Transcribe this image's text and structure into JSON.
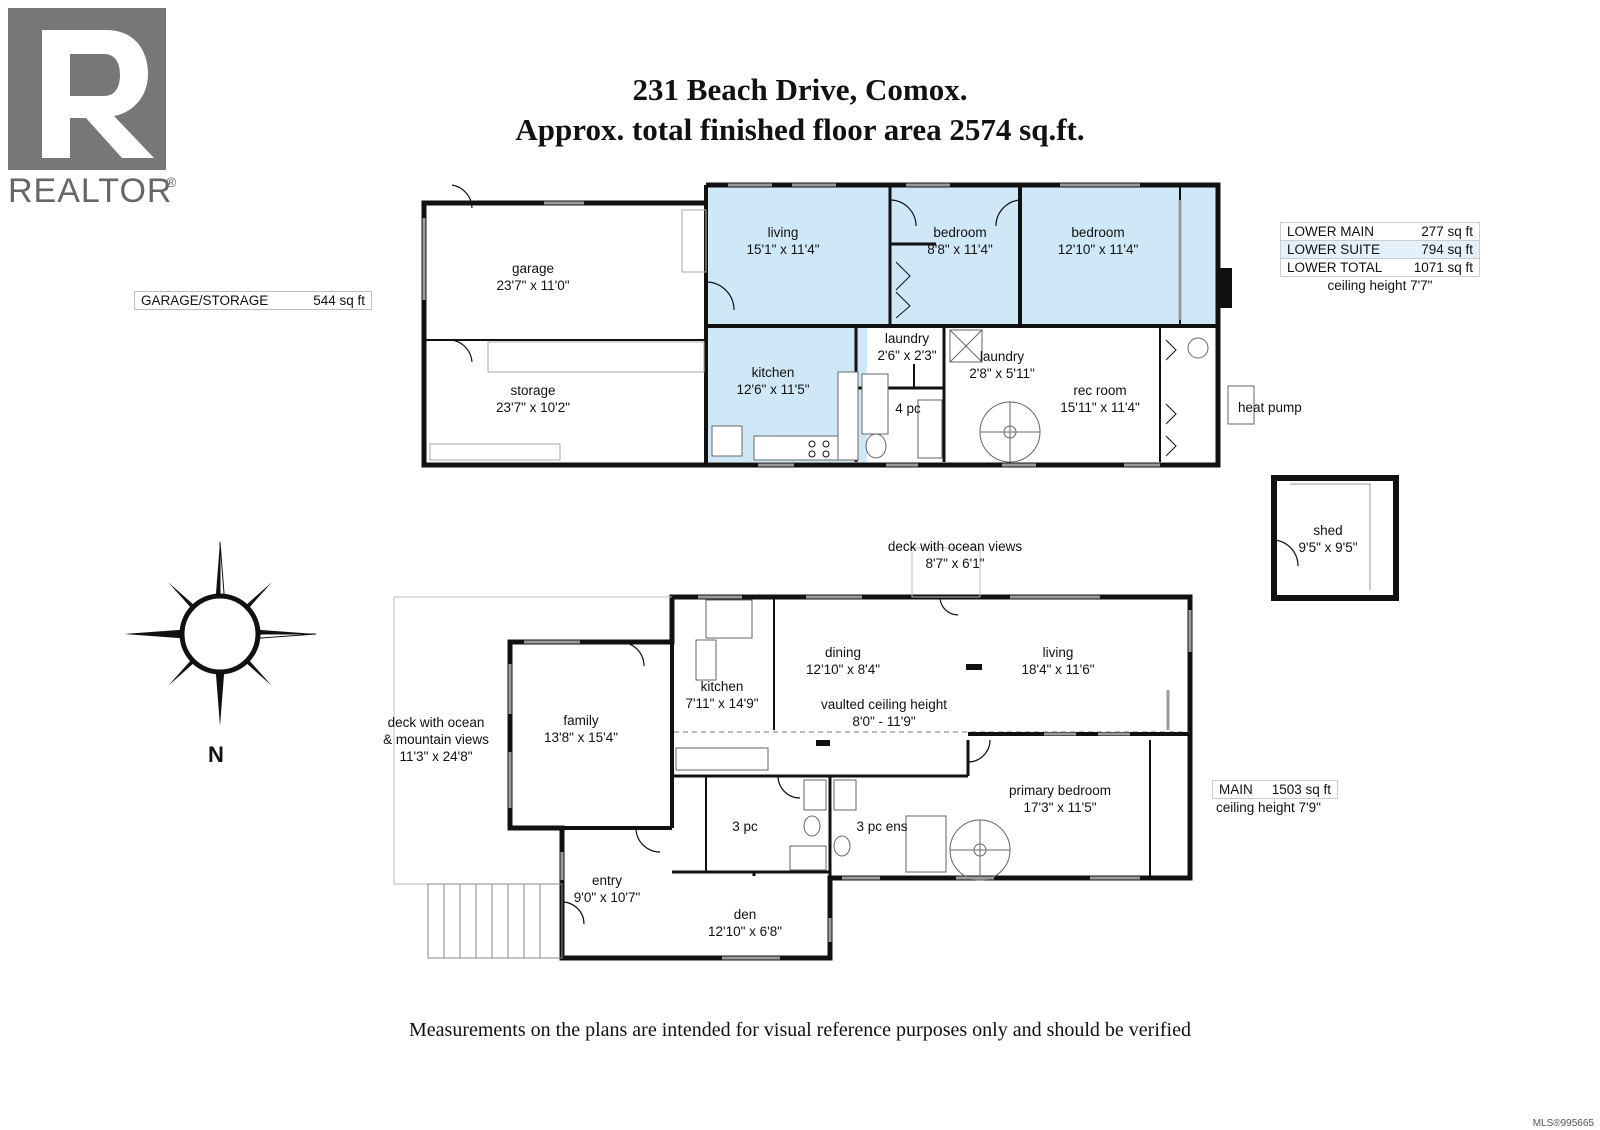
{
  "logo": {
    "name": "REALTOR®",
    "text": "REALTOR"
  },
  "title": {
    "line1": "231 Beach Drive, Comox.",
    "line2": "Approx. total finished floor area 2574 sq.ft."
  },
  "garage_storage": {
    "label": "GARAGE/STORAGE",
    "value": "544 sq ft"
  },
  "lower_summary": {
    "rows": [
      {
        "label": "LOWER MAIN",
        "value": "277 sq ft"
      },
      {
        "label": "LOWER SUITE",
        "value": "794 sq ft"
      },
      {
        "label": "LOWER TOTAL",
        "value": "1071 sq ft"
      }
    ],
    "ceiling": "ceiling height 7'7\""
  },
  "main_summary": {
    "label": "MAIN",
    "value": "1503 sq ft",
    "ceiling": "ceiling height 7'9\""
  },
  "lower_rooms": {
    "living": {
      "name": "living",
      "dim": "15'1\" x 11'4\""
    },
    "bedroom1": {
      "name": "bedroom",
      "dim": "8'8\" x 11'4\""
    },
    "bedroom2": {
      "name": "bedroom",
      "dim": "12'10\" x 11'4\""
    },
    "garage": {
      "name": "garage",
      "dim": "23'7\" x 11'0\""
    },
    "storage": {
      "name": "storage",
      "dim": "23'7\" x 10'2\""
    },
    "kitchen": {
      "name": "kitchen",
      "dim": "12'6\" x 11'5\""
    },
    "laundry1": {
      "name": "laundry",
      "dim": "2'6\" x 2'3\""
    },
    "laundry2": {
      "name": "laundry",
      "dim": "2'8\" x 5'11\""
    },
    "bath": {
      "name": "4 pc"
    },
    "rec": {
      "name": "rec room",
      "dim": "15'11\" x 11'4\""
    },
    "heat_pump": "heat pump"
  },
  "shed": {
    "name": "shed",
    "dim": "9'5\" x 9'5\""
  },
  "main_rooms": {
    "deck_ocean": {
      "name": "deck with ocean views",
      "dim": "8'7\" x 6'1\""
    },
    "dining": {
      "name": "dining",
      "dim": "12'10\" x 8'4\""
    },
    "living": {
      "name": "living",
      "dim": "18'4\" x 11'6\""
    },
    "kitchen": {
      "name": "kitchen",
      "dim": "7'11\" x 14'9\""
    },
    "vaulted": {
      "name": "vaulted ceiling height",
      "dim": "8'0\" - 11'9\""
    },
    "family": {
      "name": "family",
      "dim": "13'8\" x 15'4\""
    },
    "deck_mountain": {
      "line1": "deck with ocean",
      "line2": "& mountain views",
      "dim": "11'3\" x 24'8\""
    },
    "primary": {
      "name": "primary bedroom",
      "dim": "17'3\" x 11'5\""
    },
    "bath3": {
      "name": "3 pc"
    },
    "ensuite": {
      "name": "3 pc ens"
    },
    "entry": {
      "name": "entry",
      "dim": "9'0\" x 10'7\""
    },
    "den": {
      "name": "den",
      "dim": "12'10\" x 6'8\""
    }
  },
  "compass": {
    "label": "N"
  },
  "disclaimer": "Measurements on the plans are intended for visual reference purposes only and should be verified",
  "mls": "MLS®995665",
  "colors": {
    "wall": "#111111",
    "suite_fill": "#cfe8f7",
    "window": "#9a9a9a"
  }
}
